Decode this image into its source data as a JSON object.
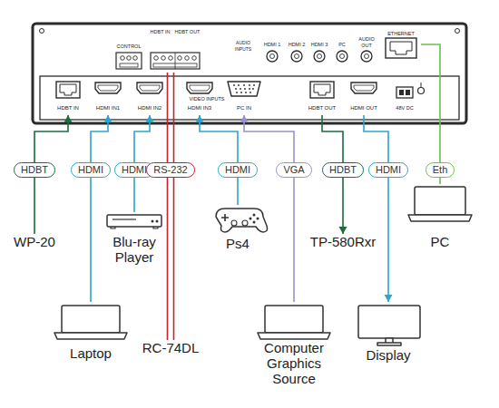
{
  "diagram": {
    "nodes": [
      {
        "text": [
          "HDBT IN",
          "HDBT OUT"
        ]
      },
      {
        "text": [
          "ETHERNET"
        ]
      },
      {
        "text": [
          "HDBT IN"
        ]
      },
      {
        "text": [
          "HDMI IN1"
        ]
      },
      {
        "text": [
          "HDMI IN2"
        ]
      },
      {
        "text": [
          "HDMI IN3"
        ]
      },
      {
        "text": [
          "PC IN"
        ]
      },
      {
        "text": [
          "HDBT OUT"
        ]
      },
      {
        "text": [
          "HDMI OUT"
        ]
      },
      {
        "text": [
          "WP-20"
        ]
      },
      {
        "text": [
          "Blu-ray Player"
        ]
      },
      {
        "text": [
          "Ps4"
        ]
      },
      {
        "text": [
          "TP-580Rxr"
        ]
      },
      {
        "text": [
          "PC"
        ]
      },
      {
        "text": [
          "Laptop"
        ]
      },
      {
        "text": [
          "RC-74DL"
        ]
      },
      {
        "text": [
          "Computer Graphics Source"
        ]
      },
      {
        "text": [
          "Display"
        ]
      }
    ],
    "edges": [
      {
        "from": 9,
        "to": 2,
        "arrow": "to",
        "label": "HDBT"
      },
      {
        "from": 14,
        "to": 3,
        "arrow": "to",
        "label": "HDMI"
      },
      {
        "from": 10,
        "to": 4,
        "arrow": "to",
        "label": "HDMI"
      },
      {
        "from": 15,
        "to": 0,
        "arrow": "none",
        "label": "RS-232"
      },
      {
        "from": 11,
        "to": 5,
        "arrow": "to",
        "label": "HDMI"
      },
      {
        "from": 16,
        "to": 6,
        "arrow": "to",
        "label": "VGA"
      },
      {
        "from": 7,
        "to": 12,
        "arrow": "to",
        "label": "HDBT"
      },
      {
        "from": 8,
        "to": 17,
        "arrow": "to",
        "label": "HDMI"
      },
      {
        "from": 13,
        "to": 1,
        "arrow": "none",
        "label": "Eth"
      }
    ],
    "labels": [
      "CONTROL",
      "AUDIO INPUTS",
      "HDMI 1",
      "HDMI 2",
      "HDMI 3",
      "PC",
      "AUDIO OUT",
      "VIDEO INPUTS",
      "48V DC"
    ]
  }
}
